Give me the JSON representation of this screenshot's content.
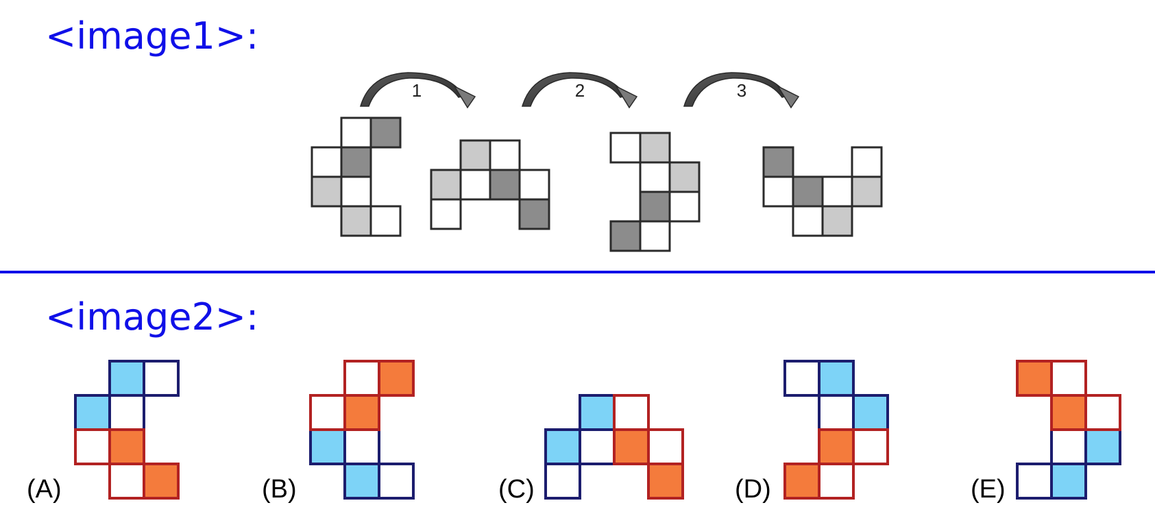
{
  "image1": {
    "title": "<image1>:",
    "steps": [
      {
        "label": "1"
      },
      {
        "label": "2"
      },
      {
        "label": "3"
      }
    ],
    "colors": {
      "dark": "#8c8c8c",
      "light": "#cacaca",
      "blank": "#ffffff",
      "outline": "#2b2b2b"
    },
    "figures": [
      {
        "cells": [
          [
            0,
            2,
            "b"
          ],
          [
            0,
            3,
            "d"
          ],
          [
            1,
            1,
            "b"
          ],
          [
            1,
            2,
            "d"
          ],
          [
            2,
            1,
            "l"
          ],
          [
            2,
            2,
            "b"
          ],
          [
            3,
            2,
            "l"
          ],
          [
            3,
            3,
            "b"
          ]
        ]
      },
      {
        "cells": [
          [
            0,
            1,
            "l"
          ],
          [
            0,
            2,
            "b"
          ],
          [
            1,
            0,
            "l"
          ],
          [
            1,
            1,
            "b"
          ],
          [
            1,
            2,
            "d"
          ],
          [
            1,
            3,
            "b"
          ],
          [
            2,
            0,
            "b"
          ],
          [
            2,
            3,
            "d"
          ]
        ]
      },
      {
        "cells": [
          [
            0,
            0,
            "b"
          ],
          [
            0,
            1,
            "l"
          ],
          [
            1,
            1,
            "b"
          ],
          [
            1,
            2,
            "l"
          ],
          [
            2,
            1,
            "d"
          ],
          [
            2,
            2,
            "b"
          ],
          [
            3,
            0,
            "d"
          ],
          [
            3,
            1,
            "b"
          ]
        ]
      },
      {
        "cells": [
          [
            0,
            0,
            "d"
          ],
          [
            0,
            3,
            "b"
          ],
          [
            1,
            0,
            "b"
          ],
          [
            1,
            1,
            "d"
          ],
          [
            1,
            2,
            "b"
          ],
          [
            1,
            3,
            "l"
          ],
          [
            2,
            1,
            "b"
          ],
          [
            2,
            2,
            "l"
          ]
        ]
      }
    ]
  },
  "image2": {
    "title": "<image2>:",
    "colors": {
      "blue_fill": "#7dd3f7",
      "orange_fill": "#f47b3c",
      "blue_line": "#1c1d6e",
      "red_line": "#b22222"
    },
    "options": [
      {
        "label": "(A)",
        "cells": [
          [
            0,
            1,
            "B",
            "n"
          ],
          [
            0,
            2,
            "W",
            "n"
          ],
          [
            1,
            0,
            "B",
            "n"
          ],
          [
            1,
            1,
            "W",
            "n"
          ],
          [
            2,
            0,
            "W",
            "r"
          ],
          [
            2,
            1,
            "O",
            "r"
          ],
          [
            3,
            1,
            "W",
            "r"
          ],
          [
            3,
            2,
            "O",
            "r"
          ]
        ]
      },
      {
        "label": "(B)",
        "cells": [
          [
            0,
            1,
            "W",
            "r"
          ],
          [
            0,
            2,
            "O",
            "r"
          ],
          [
            1,
            0,
            "W",
            "r"
          ],
          [
            1,
            1,
            "O",
            "r"
          ],
          [
            2,
            0,
            "B",
            "n"
          ],
          [
            2,
            1,
            "W",
            "n"
          ],
          [
            3,
            1,
            "B",
            "n"
          ],
          [
            3,
            2,
            "W",
            "n"
          ]
        ]
      },
      {
        "label": "(C)",
        "cells": [
          [
            0,
            1,
            "B",
            "n"
          ],
          [
            0,
            2,
            "W",
            "r"
          ],
          [
            1,
            0,
            "B",
            "n"
          ],
          [
            1,
            1,
            "W",
            "n"
          ],
          [
            1,
            2,
            "O",
            "r"
          ],
          [
            1,
            3,
            "W",
            "r"
          ],
          [
            2,
            0,
            "W",
            "n"
          ],
          [
            2,
            3,
            "O",
            "r"
          ]
        ]
      },
      {
        "label": "(D)",
        "cells": [
          [
            0,
            0,
            "W",
            "n"
          ],
          [
            0,
            1,
            "B",
            "n"
          ],
          [
            1,
            1,
            "W",
            "n"
          ],
          [
            1,
            2,
            "B",
            "n"
          ],
          [
            2,
            1,
            "O",
            "r"
          ],
          [
            2,
            2,
            "W",
            "r"
          ],
          [
            3,
            0,
            "O",
            "r"
          ],
          [
            3,
            1,
            "W",
            "r"
          ]
        ]
      },
      {
        "label": "(E)",
        "cells": [
          [
            0,
            0,
            "O",
            "r"
          ],
          [
            0,
            1,
            "W",
            "r"
          ],
          [
            1,
            1,
            "O",
            "r"
          ],
          [
            1,
            2,
            "W",
            "r"
          ],
          [
            2,
            1,
            "W",
            "n"
          ],
          [
            2,
            2,
            "B",
            "n"
          ],
          [
            3,
            0,
            "W",
            "n"
          ],
          [
            3,
            1,
            "B",
            "n"
          ]
        ]
      }
    ]
  }
}
